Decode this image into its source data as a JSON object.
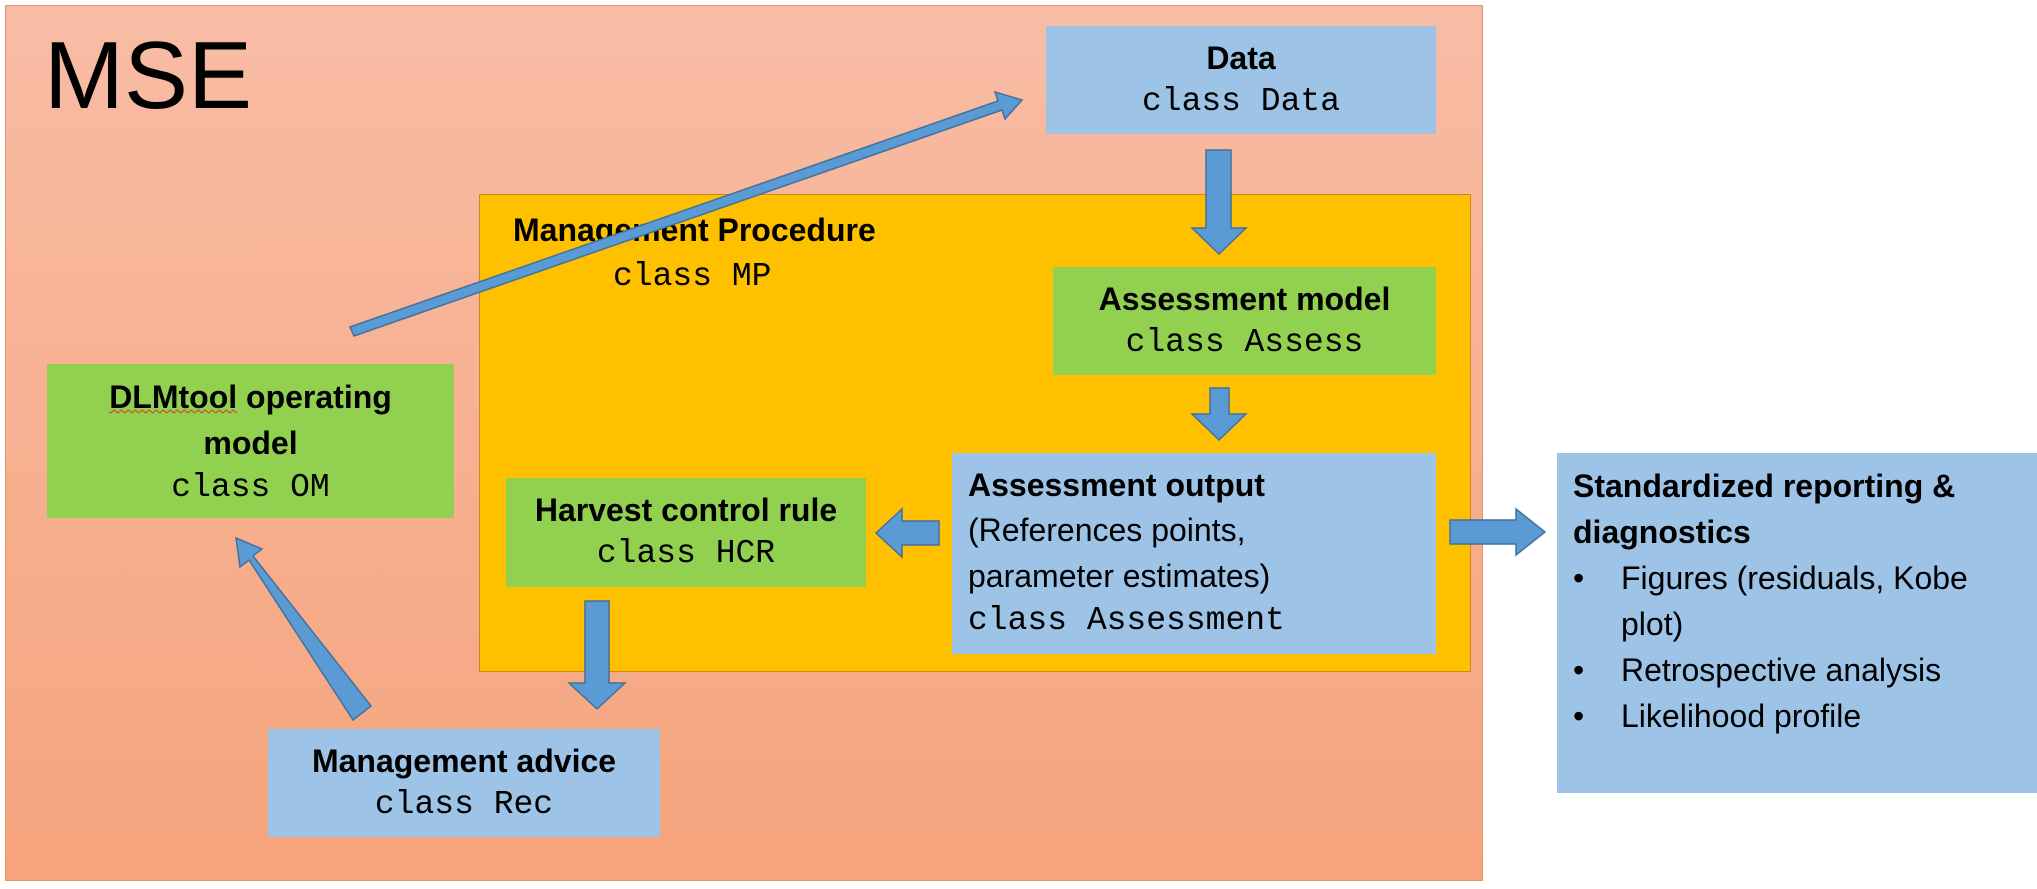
{
  "title": "MSE",
  "management_procedure": {
    "title": "Management Procedure",
    "class": "class MP"
  },
  "boxes": {
    "data": {
      "title": "Data",
      "class": "class Data"
    },
    "assessment_model": {
      "title": "Assessment model",
      "class": "class Assess"
    },
    "operating_model": {
      "title_part1": "DLMtool",
      "title_part2": " operating",
      "title_line2": "model",
      "class": "class OM"
    },
    "hcr": {
      "title": "Harvest control rule",
      "class": "class HCR"
    },
    "assessment_output": {
      "title": "Assessment output",
      "line1": "(References points,",
      "line2": "parameter estimates)",
      "class": "class Assessment"
    },
    "management_advice": {
      "title": "Management advice",
      "class": "class Rec"
    },
    "reporting": {
      "title_line1": "Standardized reporting &",
      "title_line2": "diagnostics",
      "bullet": "•",
      "items": [
        "Figures (residuals, Kobe plot)",
        "Retrospective analysis",
        "Likelihood profile"
      ]
    }
  },
  "colors": {
    "mse_background": "#f7b091",
    "mp_background": "#ffc000",
    "blue_box": "#9dc3e6",
    "green_box": "#92d050",
    "arrow": "#5b9bd5"
  }
}
